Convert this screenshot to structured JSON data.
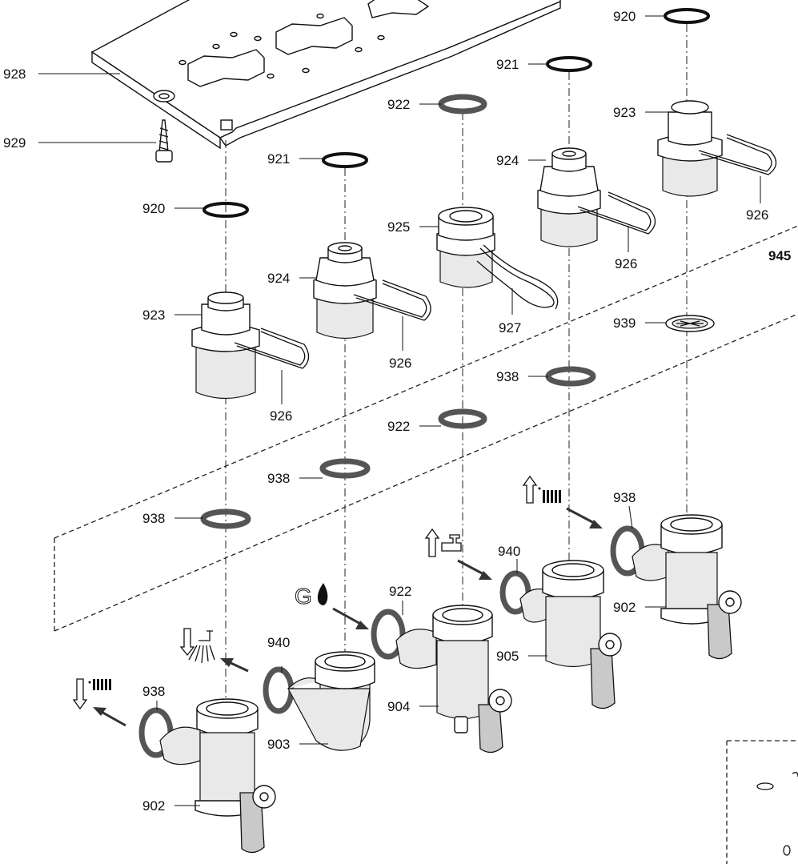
{
  "labels": {
    "l928": "928",
    "l929": "929",
    "l920a": "920",
    "l923a": "923",
    "l926a": "926",
    "l938a": "938",
    "l921a": "921",
    "l924a": "924",
    "l926b": "926",
    "l938b": "938",
    "l940a": "940",
    "l903": "903",
    "l922a": "922",
    "l925": "925",
    "l927": "927",
    "l922b": "922",
    "l922c": "922",
    "l904": "904",
    "l921b": "921",
    "l924b": "924",
    "l926c": "926",
    "l938c": "938",
    "l940b": "940",
    "l905": "905",
    "l920b": "920",
    "l923b": "923",
    "l926d": "926",
    "l939": "939",
    "l938d": "938",
    "l902b": "902",
    "l945": "945",
    "l938e": "938",
    "l902a": "902"
  },
  "symbols": {
    "gas_letter": "G",
    "heating_flow_icon": "heating-flow-up-icon",
    "heating_return_icon": "heating-return-down-icon",
    "hot_water_icon": "hot-water-tap-icon",
    "cold_water_icon": "cold-water-shower-icon",
    "gas_icon": "gas-flame-icon"
  }
}
